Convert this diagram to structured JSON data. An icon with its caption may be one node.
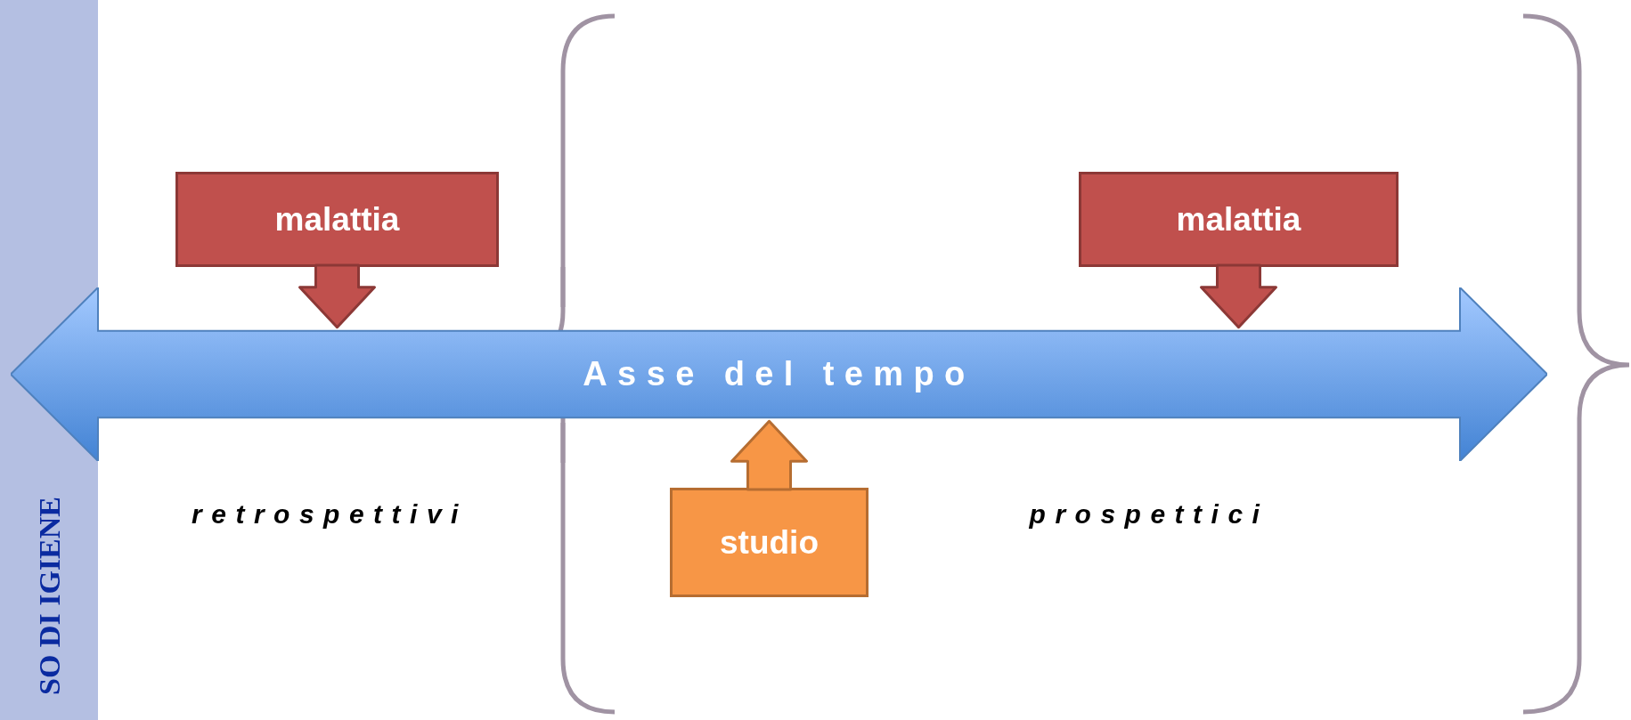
{
  "diagram": {
    "nodes": [
      {
        "text": [
          "Asse del tempo"
        ]
      },
      {
        "text": [
          "malattia"
        ]
      },
      {
        "text": [
          "malattia"
        ]
      },
      {
        "text": [
          "studio"
        ]
      }
    ],
    "edges": [
      {
        "from": 1,
        "to": 0,
        "arrow": "to"
      },
      {
        "from": 2,
        "to": 0,
        "arrow": "to"
      },
      {
        "from": 3,
        "to": 0,
        "arrow": "to"
      }
    ],
    "labels": [
      "retrospettivi",
      "prospettici",
      "SO DI IGIENE"
    ]
  }
}
